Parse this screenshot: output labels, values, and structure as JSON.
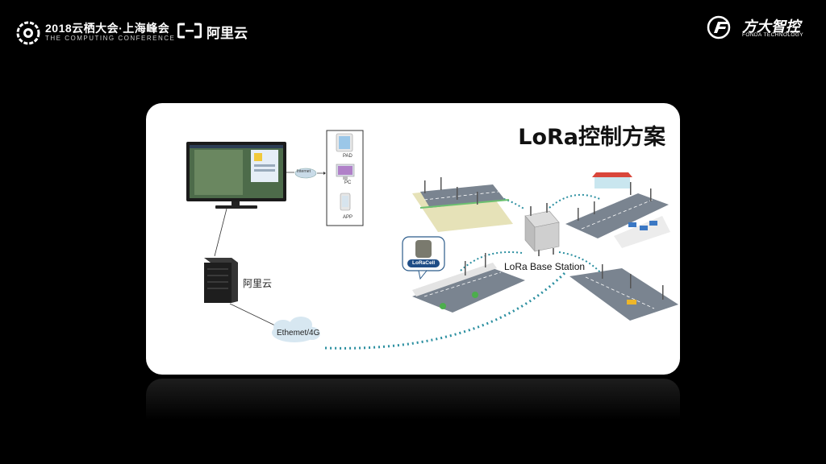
{
  "header": {
    "conference_title": "2018云栖大会·上海峰会",
    "conference_subtitle": "THE COMPUTING CONFERENCE",
    "aliyun_name": "阿里云",
    "company_name": "方大智控",
    "company_subtitle": "FONDA TECHNOLOGY"
  },
  "slide": {
    "title": "LoRa控制方案",
    "devices": {
      "pad": "PAD",
      "pc": "PC",
      "app": "APP"
    },
    "internet_label": "Internet",
    "cloud_label": "阿里云",
    "network_label": "Ethemet/4G",
    "base_station_label": "LoRa Base Station",
    "lora_cell_label": "LoRaCell"
  }
}
